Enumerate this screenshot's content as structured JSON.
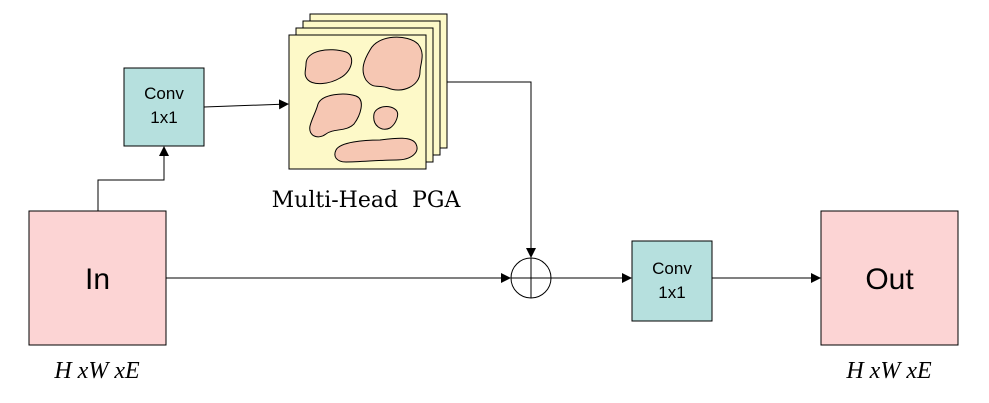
{
  "input_block": {
    "label": "In",
    "dims": "H xW xE"
  },
  "output_block": {
    "label": "Out",
    "dims": "H xW xE"
  },
  "conv_top": {
    "line1": "Conv",
    "line2": "1x1"
  },
  "conv_right": {
    "line1": "Conv",
    "line2": "1x1"
  },
  "pga": {
    "caption": "Multi-Head  PGA"
  },
  "colors": {
    "block_fill": "#fcd4d4",
    "conv_fill": "#b6e0de",
    "pga_fill": "#fdf9c8",
    "blob_fill": "#f6c7b3",
    "stroke": "#000000"
  }
}
